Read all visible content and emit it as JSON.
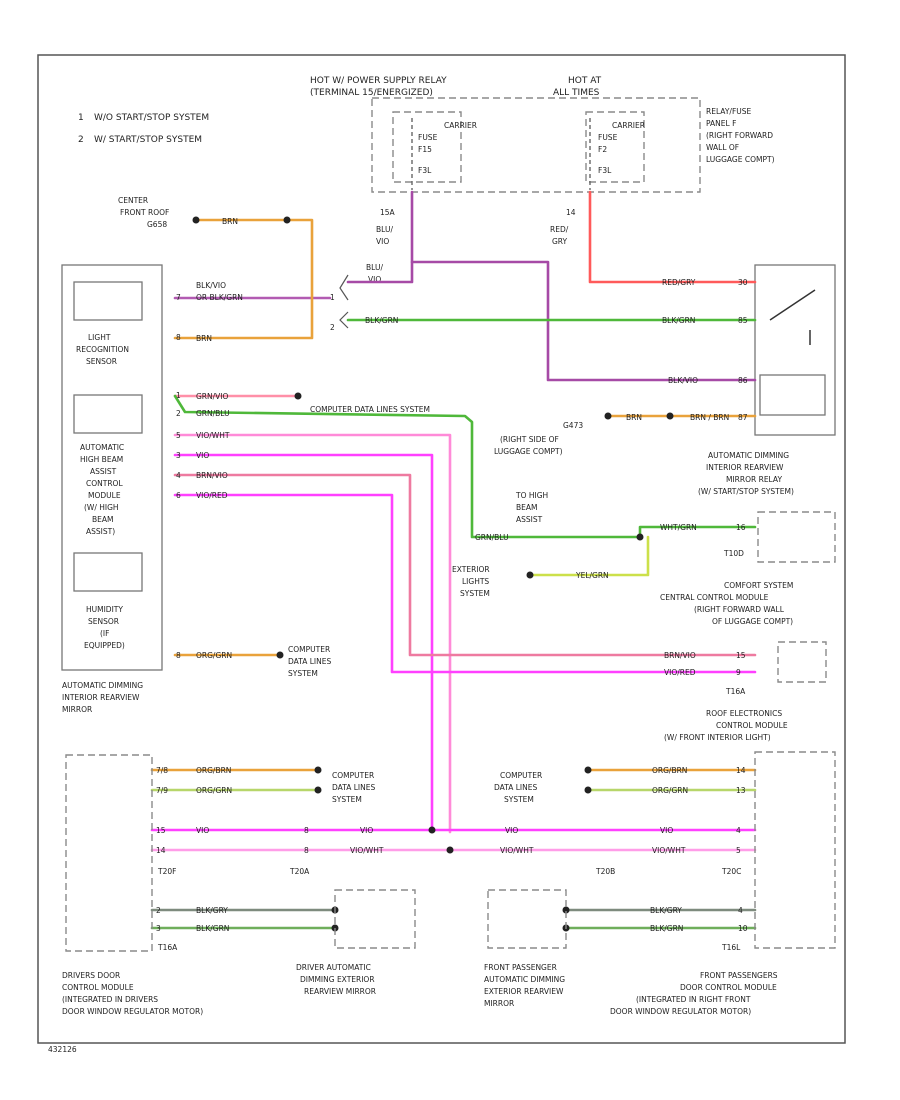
{
  "notes": [
    {
      "num": "1",
      "text": "W/O START/STOP SYSTEM"
    },
    {
      "num": "2",
      "text": "W/ START/STOP SYSTEM"
    }
  ],
  "labels": {
    "hot_relay": [
      "HOT W/ POWER SUPPLY RELAY",
      "(TERMINAL 15/ENERGIZED)"
    ],
    "hot_at_all": [
      "HOT AT",
      "ALL TIMES"
    ],
    "fuse_carrier_1": [
      "FUSE",
      "CARRIER",
      "F15",
      "F3L"
    ],
    "fuse_carrier_2": [
      "FUSE",
      "CARRIER",
      "F2",
      "F3L"
    ],
    "relay_panel": [
      "RELAY/FUSE",
      "PANEL F",
      "(RIGHT FORWARD",
      "WALL OF",
      "LUGGAGE COMPT)"
    ],
    "center_roof": [
      "CENTER",
      "FRONT ROOF",
      "G658"
    ],
    "left_module": [
      "LIGHT",
      "RECOGNITION",
      "SENSOR",
      "AUTOMATIC",
      "HIGH BEAM",
      "ASSIST",
      "CONTROL",
      "MODULE",
      "(W/ HIGH",
      "BEAM",
      "ASSIST)",
      "HUMIDITY",
      "SENSOR",
      "(IF",
      "EQUIPPED)"
    ],
    "mirror_caption": [
      "AUTOMATIC DIMMING",
      "INTERIOR REARVIEW",
      "MIRROR"
    ],
    "cdl_1": "COMPUTER DATA LINES SYSTEM",
    "g473": [
      "G473",
      "(RIGHT SIDE OF",
      "LUGGAGE COMPT)"
    ],
    "dimming_relay": [
      "AUTOMATIC DIMMING",
      "INTERIOR REARVIEW",
      "MIRROR RELAY",
      "(W/ START/STOP SYSTEM)"
    ],
    "hb_beam": [
      "TO HIGH",
      "BEAM",
      "ASSIST"
    ],
    "ext_lights": [
      "EXTERIOR",
      "LIGHTS",
      "SYSTEM"
    ],
    "comfort": [
      "COMFORT SYSTEM",
      "CENTRAL CONTROL MODULE",
      "(RIGHT FORWARD WALL",
      "OF LUGGAGE COMPT)"
    ],
    "cdl_2": [
      "COMPUTER",
      "DATA LINES",
      "SYSTEM"
    ],
    "roof_elec": [
      "ROOF ELECTRONICS",
      "CONTROL MODULE",
      "(W/ FRONT INTERIOR LIGHT)"
    ],
    "cdl_3": [
      "COMPUTER",
      "DATA LINES",
      "SYSTEM"
    ],
    "cdl_4": [
      "COMPUTER",
      "DATA LINES",
      "SYSTEM"
    ],
    "driver_door": [
      "DRIVERS DOOR",
      "CONTROL MODULE",
      "(INTEGRATED IN DRIVERS",
      "DOOR WINDOW REGULATOR MOTOR)"
    ],
    "driver_mirror": [
      "DRIVER AUTOMATIC",
      "DIMMING EXTERIOR",
      "REARVIEW MIRROR"
    ],
    "pass_mirror": [
      "FRONT PASSENGER",
      "AUTOMATIC DIMMING",
      "EXTERIOR REARVIEW",
      "MIRROR"
    ],
    "pass_door": [
      "FRONT PASSENGERS",
      "DOOR CONTROL MODULE",
      "(INTEGRATED IN RIGHT FRONT",
      "DOOR WINDOW REGULATOR MOTOR)"
    ],
    "connectors": {
      "t10d": "T10D",
      "t16": "T16A",
      "t20f": "T20F",
      "t20a": "T20A",
      "t20b": "T20B",
      "t20c": "T20C",
      "t16a": "T16A",
      "t16l": "T16L"
    },
    "wire_15": "15A",
    "wire_14": "14",
    "splice_1": "1",
    "splice_2": "2",
    "diagram_id": "432126"
  },
  "wires": {
    "blu_vio": [
      "BLU/",
      "VIO"
    ],
    "red_gry": [
      "RED/",
      "GRY"
    ],
    "blu_vio2": [
      "BLU/",
      "VIO"
    ],
    "w_red_gry": "RED/GRY",
    "w_blk_grn_a": "BLK/GRN",
    "w_blk_vio": "BLK/VIO",
    "w_brn1": "BRN",
    "w_brn2": "BRN / BRN",
    "w_blk_vio_l": [
      "BLK/VIO",
      "OR BLK/GRN"
    ],
    "w_brn_l": "BRN",
    "w_grn_vio": "GRN/VIO",
    "w_grn_blu": "GRN/BLU",
    "w_vio_wht": "VIO/WHT",
    "w_vio": "VIO",
    "w_brn_vio": "BRN/VIO",
    "w_vio_red": "VIO/RED",
    "w_wht_grn": "WHT/GRN",
    "w_yel_grn": "YEL/GRN",
    "w_brn_vio_r": "BRN/VIO",
    "w_vio_red_r": "VIO/RED",
    "w_org_grn": "ORG/GRN",
    "w_org_brn1": "ORG/BRN",
    "w_org_grn1": "ORG/GRN",
    "w_vio2": "VIO",
    "w_vio3": "VIO",
    "w_vio_wht2": "VIO/WHT",
    "w_org_brn2": "ORG/BRN",
    "w_org_grn2": "ORG/GRN",
    "w_vio4": "VIO",
    "w_vio_wht3": "VIO/WHT",
    "w_vio_wht4": "VIO/WHT",
    "w_blk_gry1": "BLK/GRY",
    "w_blk_grn1": "BLK/GRN",
    "w_blk_gry2": "BLK/GRY",
    "w_blk_grn2": "BLK/GRN",
    "w_vio5": "VIO"
  },
  "pins": {
    "p1": "7",
    "p2": "8",
    "p3": "1",
    "p4": "5",
    "p5": "3",
    "p6": "4",
    "p7": "6",
    "p8": "8",
    "p9": "2",
    "r1": "30",
    "r2": "85",
    "r3": "86",
    "r4": "87",
    "c1": "16",
    "c2": "15",
    "c3": "9",
    "d1": "7/8",
    "d2": "7/9",
    "d3": "15",
    "d4": "14",
    "d5": "8",
    "d6": "8",
    "e1": "14",
    "e2": "13",
    "e3": "4",
    "e4": "5",
    "f1": "2",
    "f2": "3",
    "f3": "4",
    "f4": "10"
  },
  "colors": {
    "violet": "#a64aa6",
    "pink": "#ff40ff",
    "green": "#4fb83a",
    "yellow_green": "#cce04a",
    "red": "#ff5a5a",
    "orange": "#e9a23b",
    "gray_green": "#7e8b7e",
    "light_green": "#b7d66a",
    "light_pink": "#ff9de8"
  }
}
